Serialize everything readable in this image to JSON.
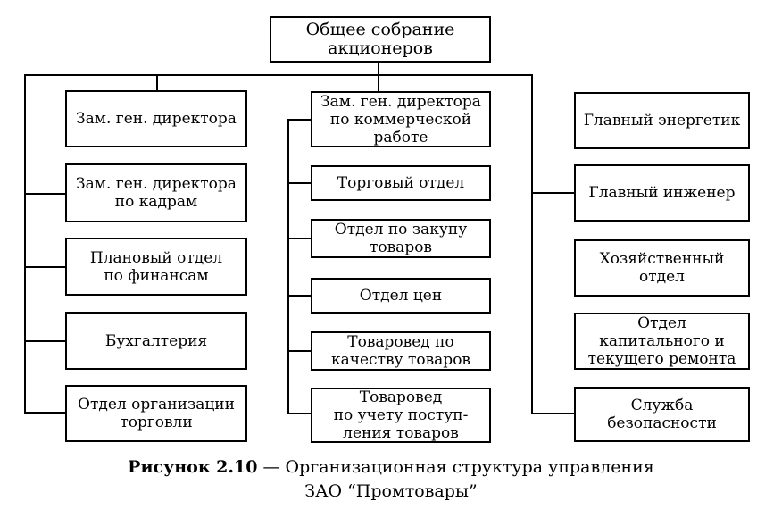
{
  "top": "Общее собрание\nакционеров",
  "left_column": [
    "Зам. ген. директора",
    "Зам. ген. директора\nпо кадрам",
    "Плановый отдел\nпо финансам",
    "Бухгалтерия",
    "Отдел организации\nторговли"
  ],
  "center_column": [
    "Зам. ген. директора\nпо коммерческой\nработе",
    "Торговый отдел",
    "Отдел по закупу\nтоваров",
    "Отдел цен",
    "Товаровед по\nкачеству товаров",
    "Товаровед\nпо учету поступ-\nления товаров"
  ],
  "right_column": [
    "Главный энергетик",
    "Главный инженер",
    "Хозяйственный\nотдел",
    "Отдел\nкапитального и\nтекущего ремонта",
    "Служба\nбезопасности"
  ],
  "caption": {
    "label": "Рисунок 2.10",
    "text": " — Организационная структура управления\nЗАО “Промтовары”"
  }
}
